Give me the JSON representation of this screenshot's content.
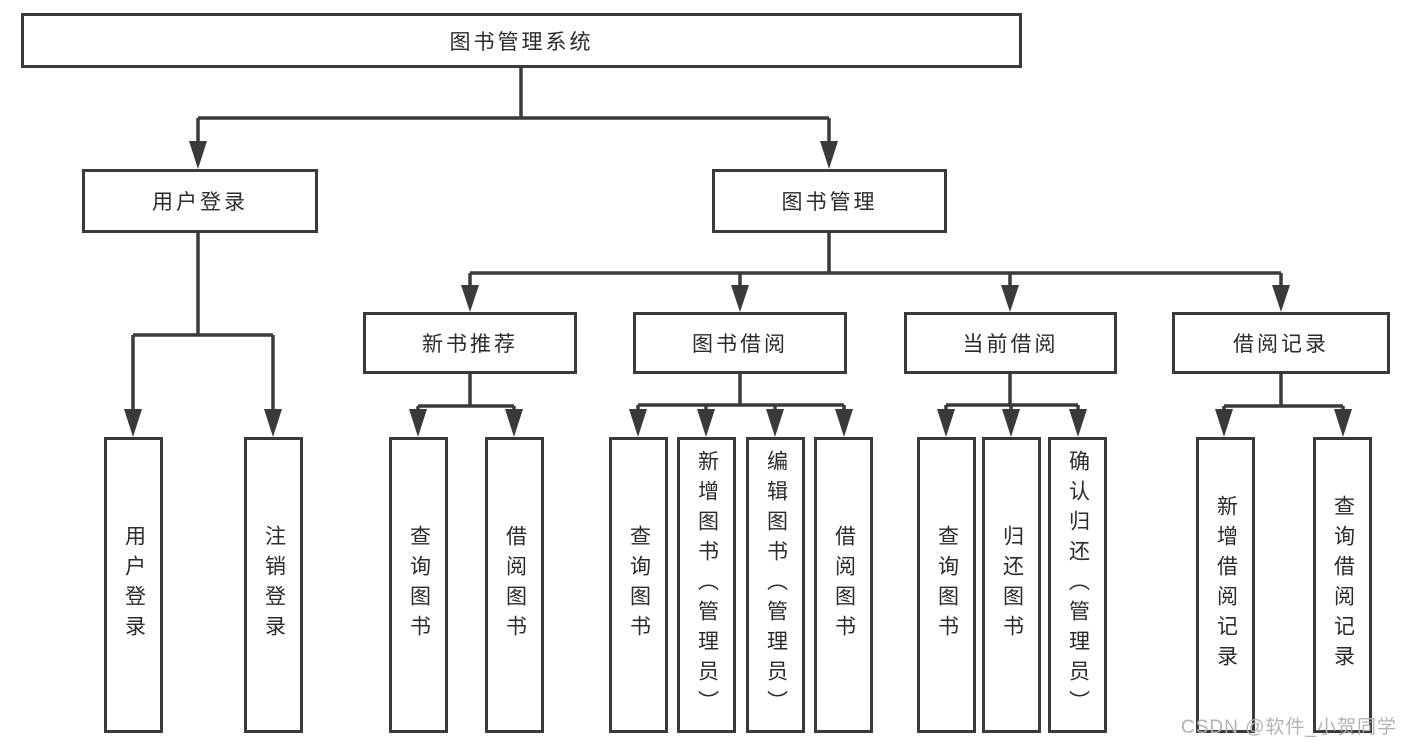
{
  "nodes": {
    "root": "图书管理系统",
    "user_login": "用户登录",
    "book_mgmt": "图书管理",
    "new_book_rec": "新书推荐",
    "book_borrow": "图书借阅",
    "current_borrow": "当前借阅",
    "borrow_record": "借阅记录",
    "leaf_user_login": "用户登录",
    "leaf_logout": "注销登录",
    "leaf_nbr_query": "查询图书",
    "leaf_nbr_borrow": "借阅图书",
    "leaf_bb_query": "查询图书",
    "leaf_bb_add": "新增图书（管理员）",
    "leaf_bb_edit": "编辑图书（管理员）",
    "leaf_bb_borrow": "借阅图书",
    "leaf_cb_query": "查询图书",
    "leaf_cb_return": "归还图书",
    "leaf_cb_confirm": "确认归还（管理员）",
    "leaf_br_add": "新增借阅记录",
    "leaf_br_query": "查询借阅记录"
  },
  "watermark": "CSDN @软件_小贺同学",
  "colors": {
    "line": "#3a3a3a",
    "text": "#2b2b2b",
    "watermark": "#b3b3b3",
    "background": "#ffffff"
  }
}
